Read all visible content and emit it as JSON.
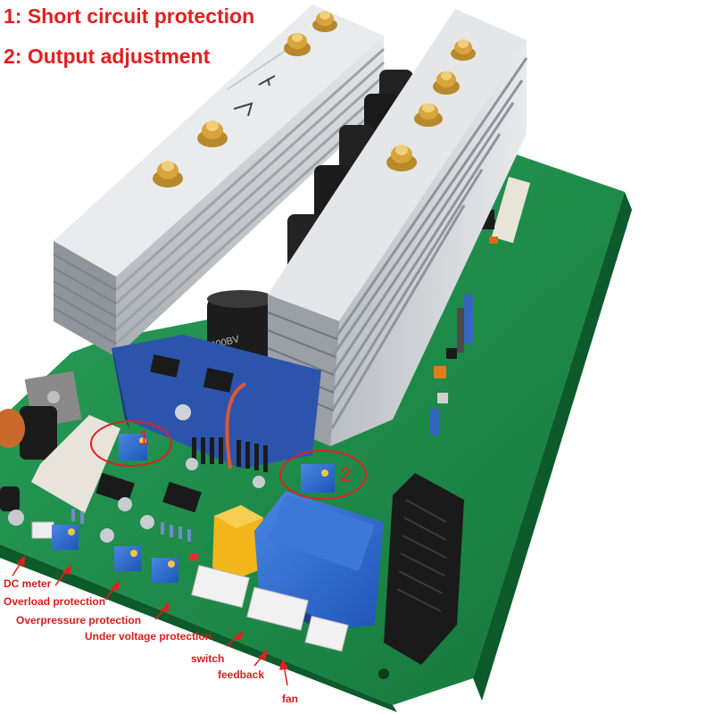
{
  "captions": {
    "line1": "1: Short circuit protection",
    "line2": "2: Output adjustment"
  },
  "markers": {
    "m1": "1",
    "m2": "2"
  },
  "labels": {
    "dc_meter": "DC meter",
    "overload": "Overload protection",
    "overpressure": "Overpressure protection",
    "under_voltage": "Under voltage protection",
    "switch": "switch",
    "feedback": "feedback",
    "fan": "fan"
  },
  "colors": {
    "annotation": "#e02020",
    "pcb": "#1f8f4a",
    "heatsink": "#c9cdd1",
    "driver_board": "#2a4fa8",
    "transformer": "#2f6fd0",
    "relay": "#f2b51a"
  }
}
